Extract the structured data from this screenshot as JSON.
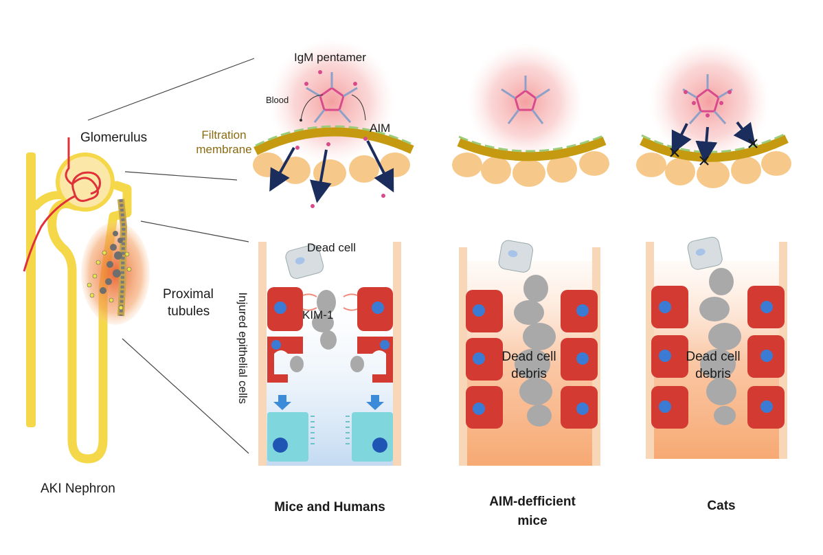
{
  "labels": {
    "igm_pentamer": "IgM pentamer",
    "blood": "Blood",
    "aim": "AIM",
    "glomerulus": "Glomerulus",
    "filtration_membrane_line1": "Filtration",
    "filtration_membrane_line2": "membrane",
    "dead_cell": "Dead cell",
    "kim1": "KIM-1",
    "proximal_tubules_line1": "Proximal",
    "proximal_tubules_line2": "tubules",
    "injured_epithelial_cells": "Injured epithelial cells",
    "dead_cell_debris_line1": "Dead cell",
    "dead_cell_debris_line2": "debris",
    "aki_nephron": "AKI Nephron"
  },
  "panels": [
    {
      "title": "Mice and Humans"
    },
    {
      "title_line1": "AIM-defficient",
      "title_line2": "mice"
    },
    {
      "title": "Cats"
    }
  ],
  "colors": {
    "nephron": "#f5d84a",
    "glomerulus_fill": "#fbe7a8",
    "capillary": "#e0303a",
    "membrane": "#c59a10",
    "membrane_green": "#9ccc7a",
    "podocyte": "#f6c98a",
    "blood_glow": "#f6a6a6",
    "arrow": "#1a2d5c",
    "cell_red": "#d23a32",
    "nucleus": "#3b7bd4",
    "tubule_wall": "#f8d6b8",
    "debris": "#a9a9a9",
    "healthy_cell": "#7fd6dc",
    "inflammation": "#f08a3c"
  }
}
